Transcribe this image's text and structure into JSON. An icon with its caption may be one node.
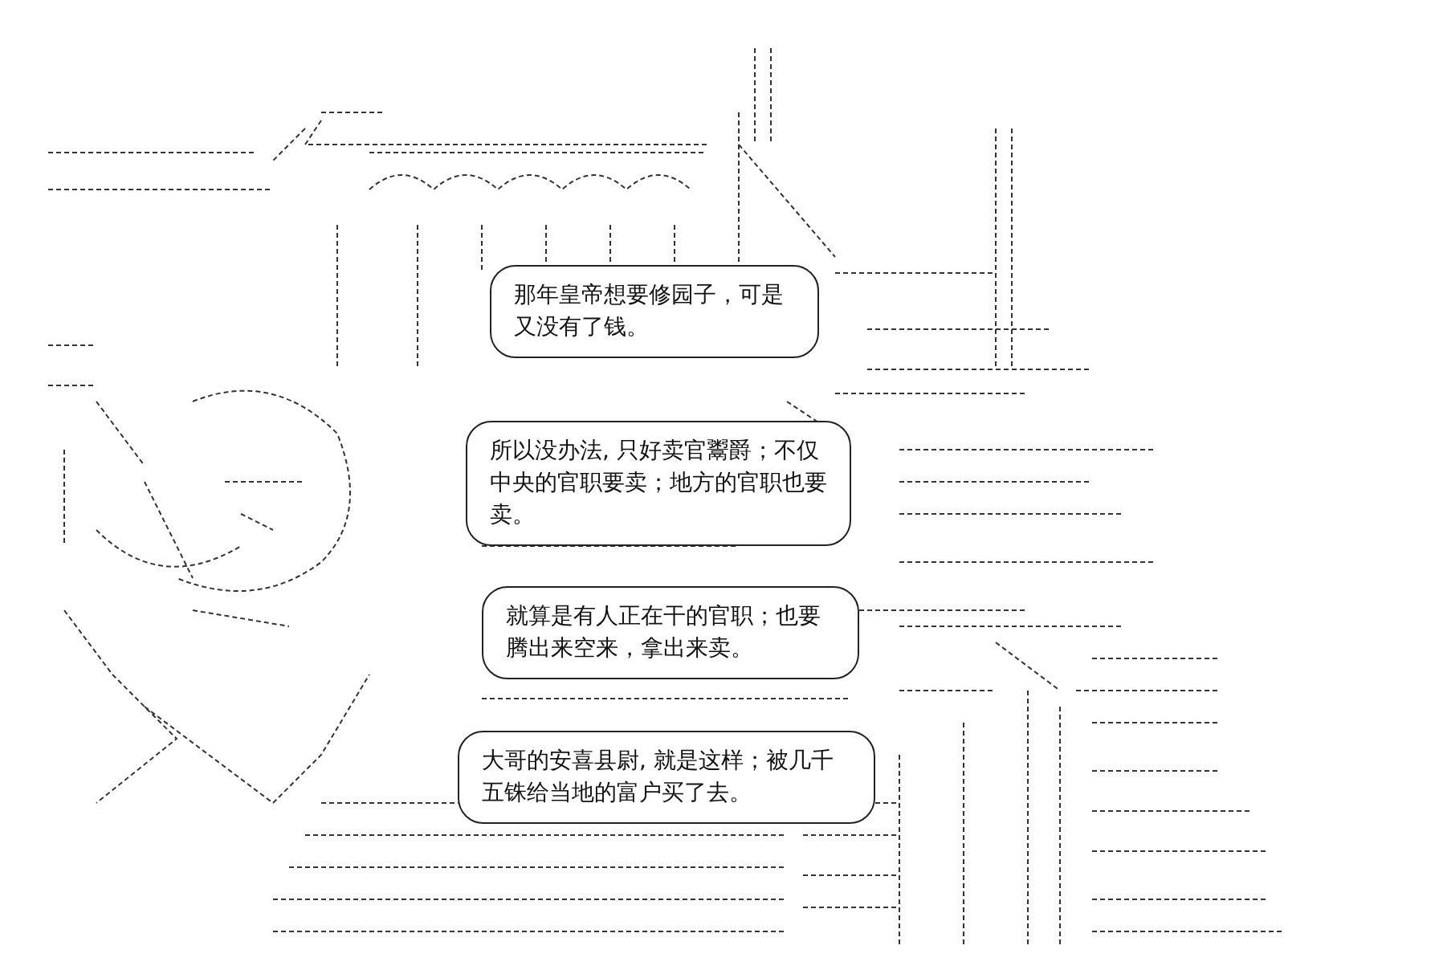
{
  "diagram": {
    "nodes": [
      {
        "text": [
          "那年皇帝想要修园子，可是又没有了钱。"
        ]
      },
      {
        "text": [
          "所以没办法, 只好卖官鬻爵；不仅中央的官职要卖；地方的官职也要卖。"
        ]
      },
      {
        "text": [
          "就算是有人正在干的官职；也要腾出来空来，拿出来卖。"
        ]
      },
      {
        "text": [
          "大哥的安喜县尉, 就是这样；被几千五铢给当地的富户买了去。"
        ]
      }
    ]
  }
}
